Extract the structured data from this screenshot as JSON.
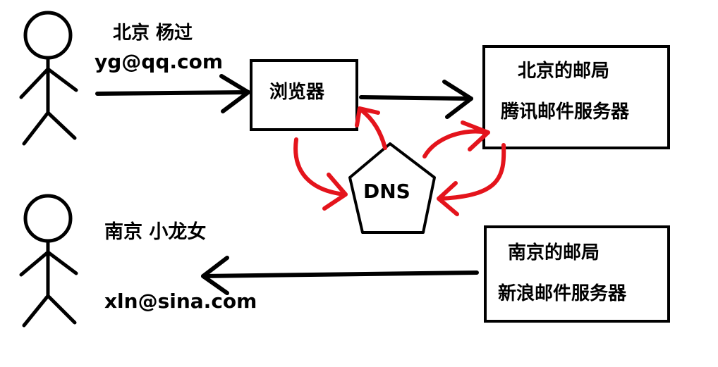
{
  "sender": {
    "name": "北京 杨过",
    "email": "yg@qq.com"
  },
  "receiver": {
    "name": "南京 小龙女",
    "email": "xln@sina.com"
  },
  "browser": {
    "label": "浏览器"
  },
  "dns": {
    "label": "DNS"
  },
  "beijing_post": {
    "line1": "北京的邮局",
    "line2": "腾讯邮件服务器"
  },
  "nanjing_post": {
    "line1": "南京的邮局",
    "line2": "新浪邮件服务器"
  },
  "colors": {
    "ink": "#000000",
    "dns_lookup_arrows": "#e4141c",
    "background": "#ffffff"
  }
}
